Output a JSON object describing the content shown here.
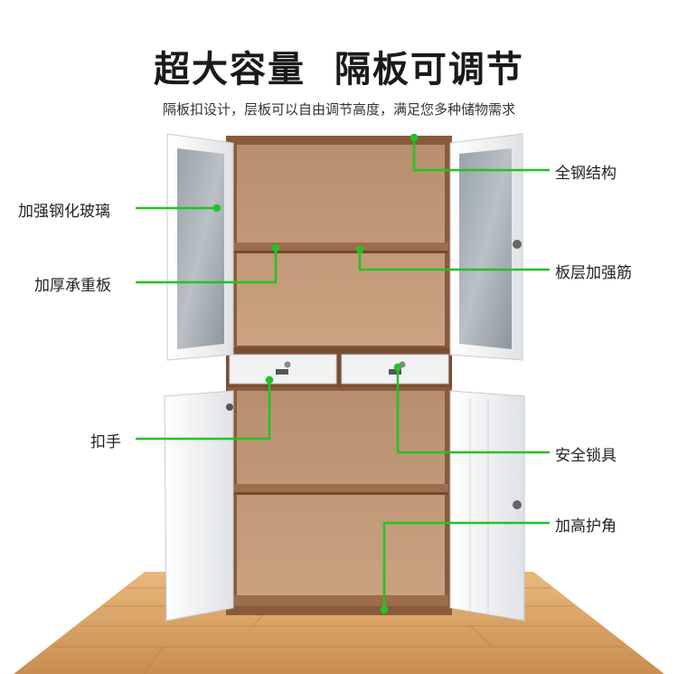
{
  "header": {
    "title": "超大容量  隔板可调节",
    "subtitle": "隔板扣设计，层板可以自由调节高度，满足您多种储物需求"
  },
  "callouts": {
    "tempered_glass": "加强钢化玻璃",
    "thick_shelf": "加厚承重板",
    "handle": "扣手",
    "all_steel": "全钢结构",
    "shelf_rib": "板层加强筋",
    "lock": "安全锁具",
    "corner": "加高护角"
  },
  "colors": {
    "callout_line": "#22c322",
    "cabinet_brown": "#8a5a3c",
    "interior": "#c9a07d",
    "door_white": "#f4f5f7",
    "floor": "#d9a56a"
  }
}
